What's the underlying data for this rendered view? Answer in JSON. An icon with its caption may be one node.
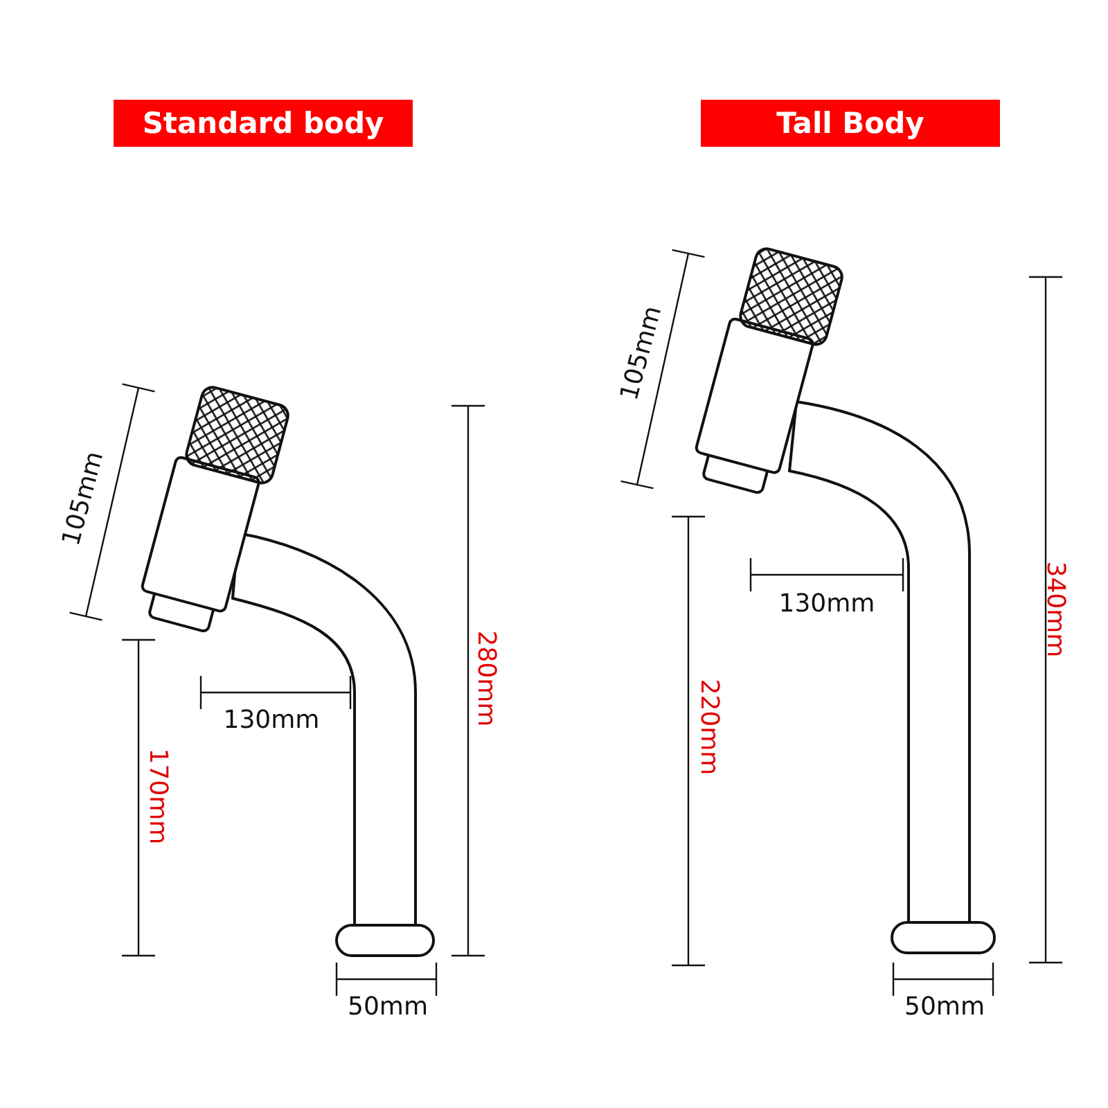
{
  "diagram": {
    "nodes": [
      {
        "text": [
          "Standard body"
        ]
      },
      {
        "text": [
          "Tall Body"
        ]
      }
    ],
    "edges": [],
    "labels": [
      "105mm",
      "130mm",
      "280mm",
      "170mm",
      "50mm",
      "105mm",
      "130mm",
      "220mm",
      "340mm",
      "50mm"
    ]
  }
}
